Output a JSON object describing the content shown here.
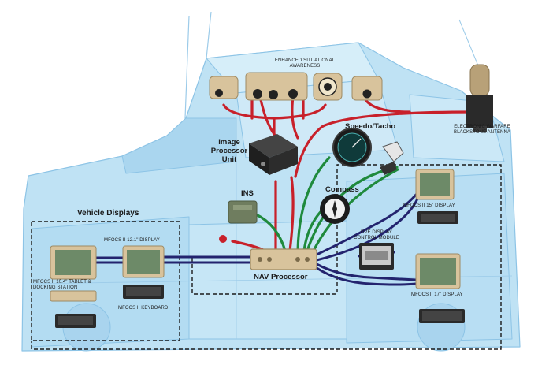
{
  "labels": {
    "enhanced_sa": [
      "ENHANCED SITUATIONAL",
      "AWARENESS"
    ],
    "ew_antenna": [
      "ELECTRONIC WARFARE",
      "BLACKSTONE ANTENNA"
    ],
    "image_processor": [
      "Image",
      "Processor",
      "Unit"
    ],
    "speedo": "Speedo/Tacho",
    "ins": "INS",
    "compass": "Compass",
    "vehicle_displays": "Vehicle Displays",
    "mfocs_12": "MFOCS II 12.1\" DISPLAY",
    "mfocs_104": [
      "MFOCS II 10.4\" TABLET &",
      "DOCKING STATION"
    ],
    "keyboard": "MFOCS II KEYBOARD",
    "mfocs_15": "MFOCS II 15\" DISPLAY",
    "dve": [
      "DVE DISPLAY",
      "CONTROL MODULE"
    ],
    "mfocs_17": "MFOCS II 17\" DISPLAY",
    "nav": "NAV Processor"
  },
  "colors": {
    "red": "#c8202a",
    "green": "#1f8a3c",
    "navy": "#23236e",
    "vehicle": "#b7dcf1",
    "vehicle_line": "#7fbde4",
    "tan": "#d8c39c",
    "device_dark": "#2b2b2b"
  },
  "icons": [
    "camera-icon",
    "antenna-icon",
    "speedometer-icon",
    "sensor-icon",
    "compass-icon",
    "ins-unit-icon",
    "display-icon",
    "tablet-icon",
    "keyboard-icon"
  ]
}
